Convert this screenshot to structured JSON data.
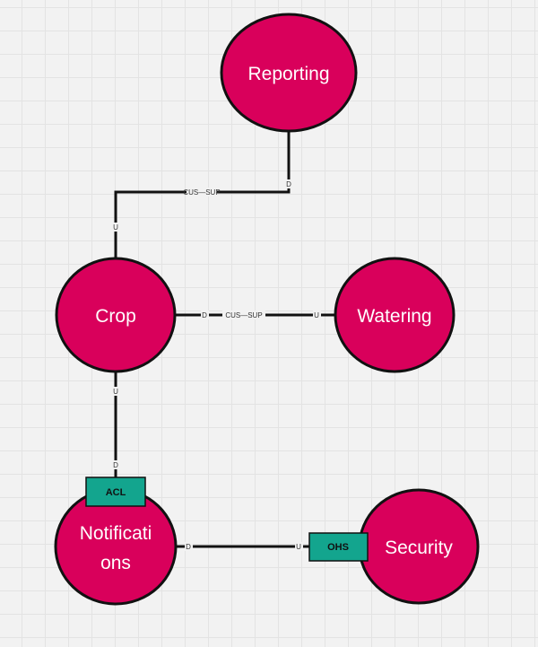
{
  "nodes": {
    "reporting": "Reporting",
    "crop": "Crop",
    "watering": "Watering",
    "notifications_line1": "Notificati",
    "notifications_line2": "ons",
    "security": "Security"
  },
  "edges": {
    "reporting_crop": {
      "label": "CUS—SUP",
      "upstream": "U",
      "downstream": "D"
    },
    "crop_watering": {
      "label": "CUS—SUP",
      "upstream": "U",
      "downstream": "D"
    },
    "crop_notifications": {
      "upstream": "U",
      "downstream": "D"
    },
    "notifications_security": {
      "upstream": "U",
      "downstream": "D"
    }
  },
  "tags": {
    "acl": "ACL",
    "ohs": "OHS"
  },
  "colors": {
    "node_fill": "#d9005b",
    "tag_fill": "#13a58e",
    "line": "#111111",
    "background": "#f2f2f2"
  }
}
